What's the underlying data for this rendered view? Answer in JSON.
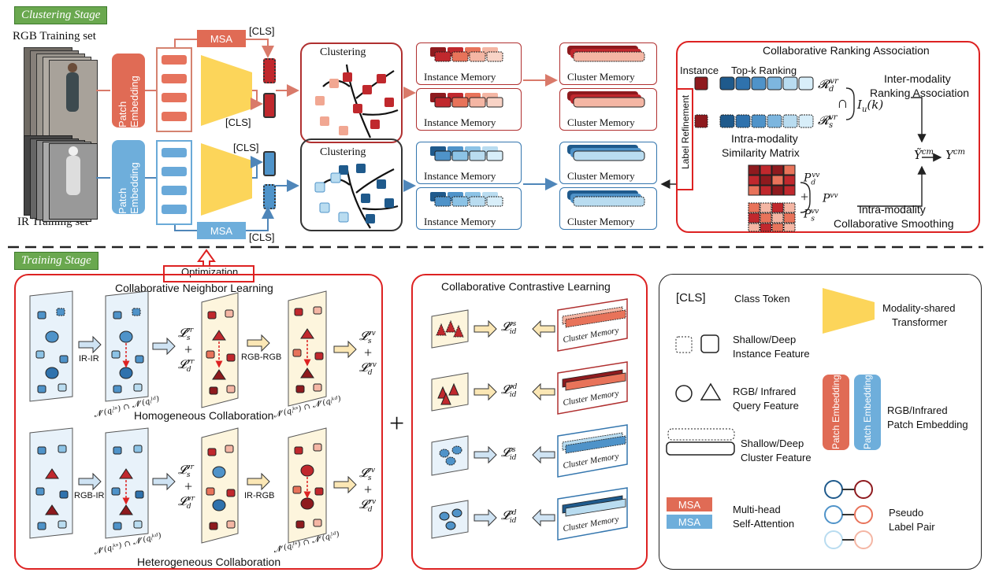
{
  "clustering_stage": {
    "tag": "Clustering Stage",
    "rgb_set_label": "RGB Training set",
    "ir_set_label": "IR Training set",
    "patch_embedding": "Patch Embedding",
    "msa": "MSA",
    "cls": "[CLS]",
    "clustering": "Clustering",
    "instance_memory": "Instance Memory",
    "cluster_memory": "Cluster Memory",
    "label_refinement": "Label Refinement"
  },
  "cra": {
    "title": "Collaborative Ranking Association",
    "instance": "Instance",
    "topk": "Top-k Ranking",
    "r_d": "𝓡",
    "r_d_sub": "d",
    "r_sup": "vr",
    "r_s_sub": "s",
    "intersect": "∩",
    "i_term": "I",
    "i_sub": "u",
    "i_arg": "(k)",
    "inter_title_1": "Inter-modality",
    "inter_title_2": "Ranking Association",
    "intra_sim_1": "Intra-modality",
    "intra_sim_2": "Similarity Matrix",
    "p_d": "P",
    "p_sup": "vv",
    "p_sub_d": "d",
    "p_sub_s": "s",
    "p_vv": "P",
    "plus": "+",
    "y_tilde": "Ỹ",
    "y_sup": "cm",
    "arrow": "→",
    "y": "Y",
    "intra_smooth_1": "Intra-modality",
    "intra_smooth_2": "Collaborative Smoothing"
  },
  "training_stage": {
    "tag": "Training Stage",
    "optimization": "Optimization",
    "cnl_title": "Collaborative Neighbor Learning",
    "homo": "Homogeneous Collaboration",
    "hetero": "Heterogeneous Collaboration",
    "ir_ir": "IR-IR",
    "rgb_rgb": "RGB-RGB",
    "rgb_ir": "RGB-IR",
    "ir_rgb": "IR-RGB",
    "plus": "+",
    "big_plus": "+",
    "L": "𝓛",
    "s": "s",
    "d": "d",
    "rr": "rr",
    "vv": "vv",
    "vr": "vr",
    "rv": "rv",
    "intersect_1": "𝓝ʳ(qᵢˡˢ) ∩ 𝓝ʳ(qᵢˡᵈ)",
    "intersect_2": "𝓝ʳ(qᵢᵏˢ) ∩ 𝓝ʳ(qᵢᵏᵈ)",
    "intersect_3": "𝓝ʳ(qᵢᵏˢ) ∩ 𝓝ʳ(qᵢᵏᵈ)",
    "intersect_4": "𝓝ᵛ(qᵢˡˢ) ∩ 𝓝ᵛ(qᵢˡᵈ)",
    "ccl_title": "Collaborative Contrastive Learning",
    "cluster_memory": "Cluster Memory",
    "id": "id",
    "ccl_sups": [
      "vs",
      "vd",
      "rs",
      "rd"
    ]
  },
  "legend": {
    "cls": "[CLS]",
    "class_token": "Class Token",
    "transformer_1": "Modality-shared",
    "transformer_2": "Transformer",
    "instance_1": "Shallow/Deep",
    "instance_2": "Instance Feature",
    "query_1": "RGB/ Infrared",
    "query_2": "Query Feature",
    "cluster_1": "Shallow/Deep",
    "cluster_2": "Cluster Feature",
    "patch_1": "RGB/Infrared",
    "patch_2": "Patch Embedding",
    "patch_embedding": "Patch Embedding",
    "msa": "MSA",
    "msa_1": "Multi-head",
    "msa_2": "Self-Attention",
    "pseudo_1": "Pseudo",
    "pseudo_2": "Label Pair"
  },
  "colors": {
    "red": "#c0282d",
    "red_dark": "#8e1a1e",
    "red_light": "#f4b6a4",
    "salmon": "#e8735a",
    "blue": "#4f93c9",
    "blue_dark": "#1f5a8c",
    "blue_light": "#b9dcf0",
    "yellow": "#fcd55a",
    "frame_red": "#d22222"
  }
}
